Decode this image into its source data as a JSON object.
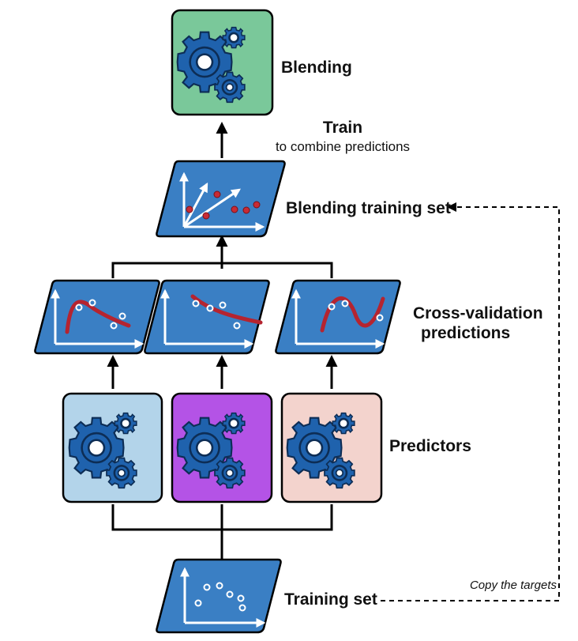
{
  "labels": {
    "blending": "Blending",
    "train": "Train",
    "train_sub": "to combine predictions",
    "blending_training_set": "Blending training set",
    "cv_line1": "Cross-validation",
    "cv_line2": "predictions",
    "predictors": "Predictors",
    "training_set": "Training set",
    "copy_targets": "Copy the targets"
  },
  "colors": {
    "blending_box": "#7ac89a",
    "predictor_1": "#b3d4ea",
    "predictor_2": "#b453e6",
    "predictor_3": "#f3d3cd",
    "parallelogram": "#3a7fc4",
    "gear": "#1f62ad",
    "curve": "#b52430"
  },
  "icons": [
    "gear-icon",
    "scatter-plot-icon",
    "regression-curve-icon",
    "arrow-icon"
  ]
}
